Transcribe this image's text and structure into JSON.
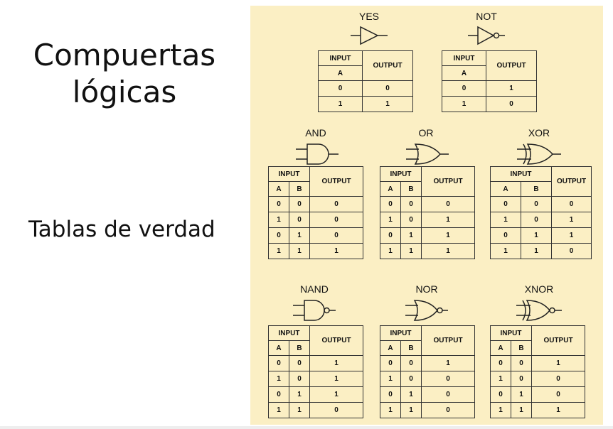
{
  "slide": {
    "title_line1": "Compuertas",
    "title_line2": "lógicas",
    "subtitle": "Tablas de verdad"
  },
  "labels": {
    "input": "INPUT",
    "output": "OUTPUT",
    "a": "A",
    "b": "B"
  },
  "gates": {
    "yes": {
      "name": "YES",
      "rows": [
        [
          "0",
          "0"
        ],
        [
          "1",
          "1"
        ]
      ]
    },
    "not": {
      "name": "NOT",
      "rows": [
        [
          "0",
          "1"
        ],
        [
          "1",
          "0"
        ]
      ]
    },
    "and": {
      "name": "AND",
      "rows": [
        [
          "0",
          "0",
          "0"
        ],
        [
          "1",
          "0",
          "0"
        ],
        [
          "0",
          "1",
          "0"
        ],
        [
          "1",
          "1",
          "1"
        ]
      ]
    },
    "or": {
      "name": "OR",
      "rows": [
        [
          "0",
          "0",
          "0"
        ],
        [
          "1",
          "0",
          "1"
        ],
        [
          "0",
          "1",
          "1"
        ],
        [
          "1",
          "1",
          "1"
        ]
      ]
    },
    "xor": {
      "name": "XOR",
      "rows": [
        [
          "0",
          "0",
          "0"
        ],
        [
          "1",
          "0",
          "1"
        ],
        [
          "0",
          "1",
          "1"
        ],
        [
          "1",
          "1",
          "0"
        ]
      ]
    },
    "nand": {
      "name": "NAND",
      "rows": [
        [
          "0",
          "0",
          "1"
        ],
        [
          "1",
          "0",
          "1"
        ],
        [
          "0",
          "1",
          "1"
        ],
        [
          "1",
          "1",
          "0"
        ]
      ]
    },
    "nor": {
      "name": "NOR",
      "rows": [
        [
          "0",
          "0",
          "1"
        ],
        [
          "1",
          "0",
          "0"
        ],
        [
          "0",
          "1",
          "0"
        ],
        [
          "1",
          "1",
          "0"
        ]
      ]
    },
    "xnor": {
      "name": "XNOR",
      "rows": [
        [
          "0",
          "0",
          "1"
        ],
        [
          "1",
          "0",
          "0"
        ],
        [
          "0",
          "1",
          "0"
        ],
        [
          "1",
          "1",
          "1"
        ]
      ]
    }
  }
}
